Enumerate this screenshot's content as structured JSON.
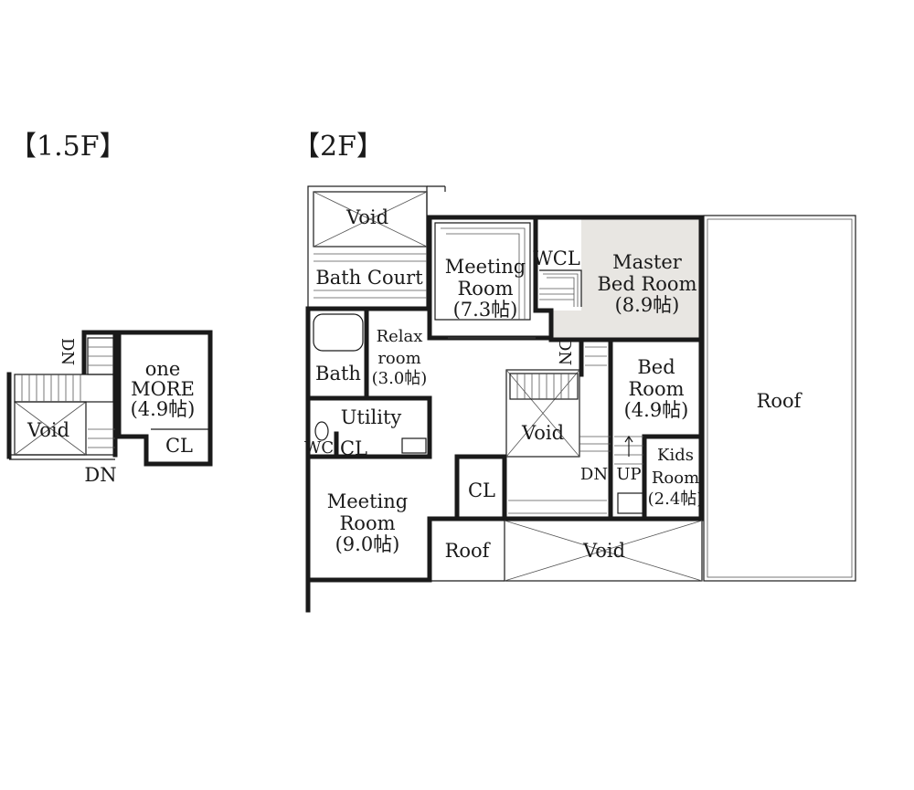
{
  "floors": [
    {
      "title": "【1.5F】"
    },
    {
      "title": "【2F】"
    }
  ],
  "f15": {
    "void": "Void",
    "dn_stair": "DN",
    "dn_bottom": "DN",
    "one_more": [
      "one",
      "MORE",
      "(4.9帖)"
    ],
    "cl": "CL"
  },
  "f2": {
    "void_top": "Void",
    "bath_court": "Bath Court",
    "meeting_small": [
      "Meeting",
      "Room",
      "(7.3帖)"
    ],
    "wcl": "WCL",
    "master": [
      "Master",
      "Bed Room",
      "(8.9帖)"
    ],
    "relax": [
      "Relax",
      "room",
      "(3.0帖)"
    ],
    "bath": "Bath",
    "utility": "Utility",
    "wc": "WC",
    "cl_small": "CL",
    "dn_stair": "DN",
    "void_mid": "Void",
    "dn_low": "DN",
    "bed": [
      "Bed",
      "Room",
      "(4.9帖)"
    ],
    "kids": [
      "Kids",
      "Room",
      "(2.4帖)"
    ],
    "up": "UP",
    "cl_center": "CL",
    "meeting_large": [
      "Meeting",
      "Room",
      "(9.0帖)"
    ],
    "roof_small": "Roof",
    "void_bottom": "Void",
    "roof_large": "Roof"
  },
  "colors": {
    "wall": "#1a1a1a",
    "highlight": "#e8e6e2",
    "background": "#ffffff"
  }
}
